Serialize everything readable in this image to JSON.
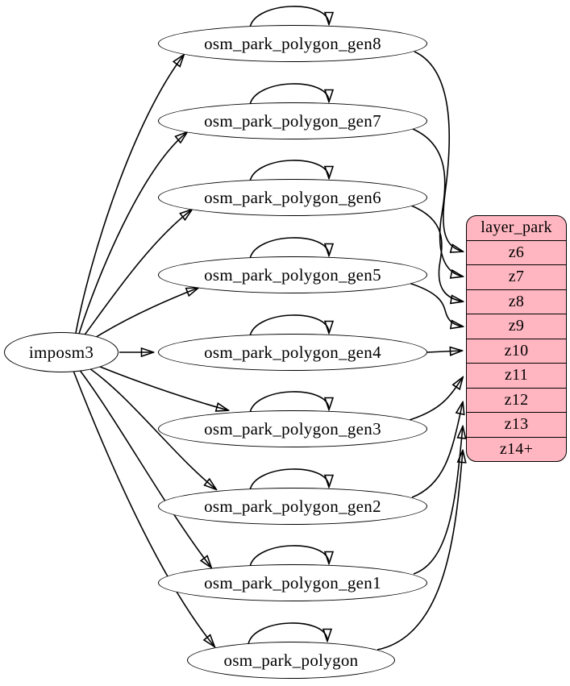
{
  "nodes": {
    "imposm3": "imposm3",
    "gen8": "osm_park_polygon_gen8",
    "gen7": "osm_park_polygon_gen7",
    "gen6": "osm_park_polygon_gen6",
    "gen5": "osm_park_polygon_gen5",
    "gen4": "osm_park_polygon_gen4",
    "gen3": "osm_park_polygon_gen3",
    "gen2": "osm_park_polygon_gen2",
    "gen1": "osm_park_polygon_gen1",
    "polygon": "osm_park_polygon"
  },
  "layer_park": {
    "title": "layer_park",
    "rows": [
      "z6",
      "z7",
      "z8",
      "z9",
      "z10",
      "z11",
      "z12",
      "z13",
      "z14+"
    ],
    "fill": "#FFB6C1"
  },
  "edges": {
    "from_imposm3_to": [
      "osm_park_polygon_gen8",
      "osm_park_polygon_gen7",
      "osm_park_polygon_gen6",
      "osm_park_polygon_gen5",
      "osm_park_polygon_gen4",
      "osm_park_polygon_gen3",
      "osm_park_polygon_gen2",
      "osm_park_polygon_gen1",
      "osm_park_polygon"
    ],
    "self_loops": [
      "osm_park_polygon_gen8",
      "osm_park_polygon_gen7",
      "osm_park_polygon_gen6",
      "osm_park_polygon_gen5",
      "osm_park_polygon_gen4",
      "osm_park_polygon_gen3",
      "osm_park_polygon_gen2",
      "osm_park_polygon_gen1",
      "osm_park_polygon"
    ],
    "to_layer_park": [
      {
        "from": "osm_park_polygon_gen8",
        "to": "z6"
      },
      {
        "from": "osm_park_polygon_gen7",
        "to": "z7"
      },
      {
        "from": "osm_park_polygon_gen6",
        "to": "z8"
      },
      {
        "from": "osm_park_polygon_gen5",
        "to": "z9"
      },
      {
        "from": "osm_park_polygon_gen4",
        "to": "z10"
      },
      {
        "from": "osm_park_polygon_gen3",
        "to": "z11"
      },
      {
        "from": "osm_park_polygon_gen2",
        "to": "z12"
      },
      {
        "from": "osm_park_polygon_gen1",
        "to": "z13"
      },
      {
        "from": "osm_park_polygon",
        "to": "z14+"
      }
    ]
  },
  "colors": {
    "edge_stroke": "#000000",
    "node_stroke": "#000000",
    "node_fill": "#ffffff",
    "table_fill": "#FFB6C1",
    "text": "#000000",
    "background": "#ffffff"
  }
}
